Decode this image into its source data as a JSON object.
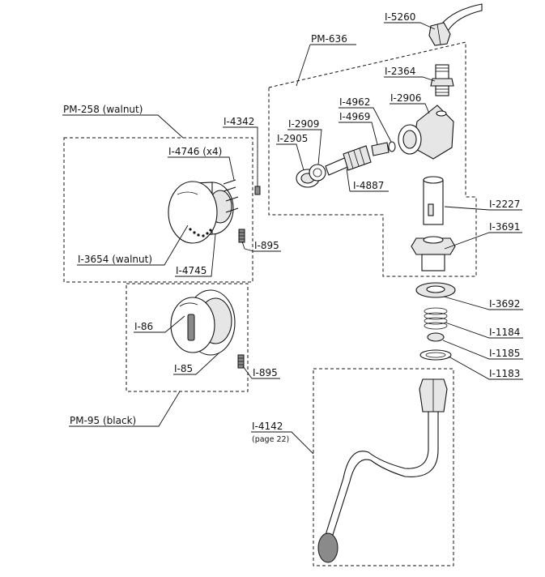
{
  "assemblies": {
    "pm636": "PM-636",
    "pm258": "PM-258 (walnut)",
    "pm95": "PM-95 (black)"
  },
  "parts": {
    "i5260": "I-5260",
    "i2364": "I-2364",
    "i4962": "I-4962",
    "i2906": "I-2906",
    "i4969": "I-4969",
    "i2909": "I-2909",
    "i2905": "I-2905",
    "i4887": "I-4887",
    "i2227": "I-2227",
    "i3691": "I-3691",
    "i4342": "I-4342",
    "i4746": "I-4746 (x4)",
    "i3654": "I-3654 (walnut)",
    "i4745": "I-4745",
    "i895a": "I-895",
    "i86": "I-86",
    "i85": "I-85",
    "i895b": "I-895",
    "i3692": "I-3692",
    "i1184": "I-1184",
    "i1185": "I-1185",
    "i1183": "I-1183",
    "i4142": "I-4142",
    "i4142_ref": "(page 22)"
  }
}
